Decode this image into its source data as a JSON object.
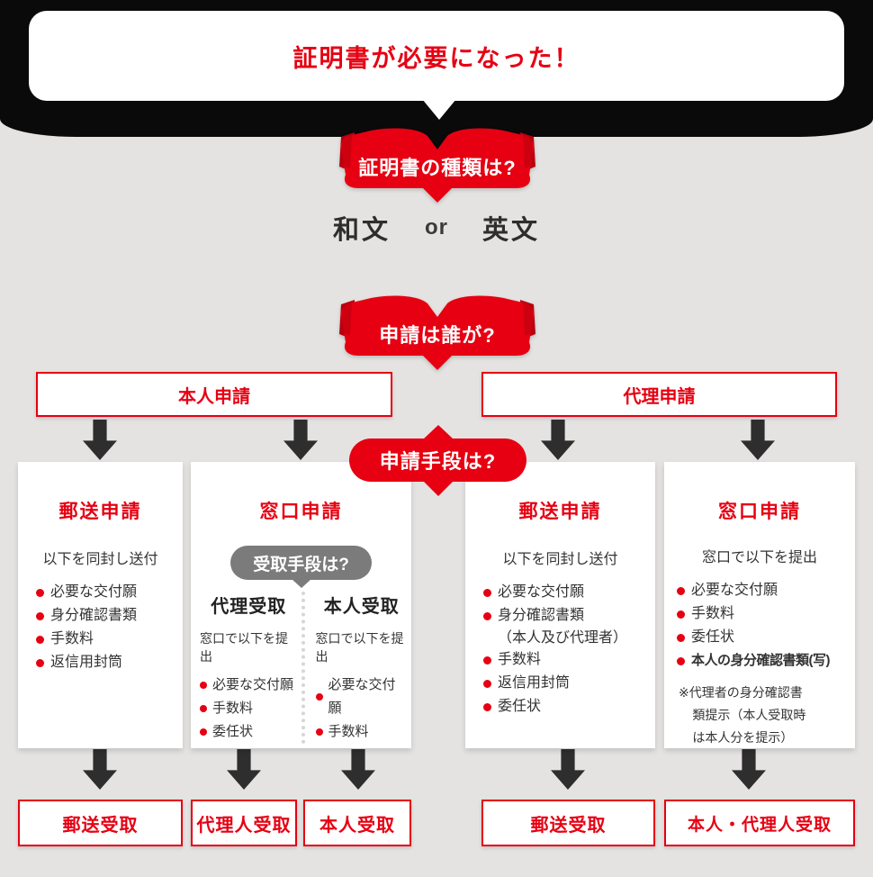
{
  "palette": {
    "red": "#e60012",
    "dark_red": "#b8000f",
    "black": "#0a0a0a",
    "background": "#e4e3e2",
    "gray_bubble": "#7b7b7b",
    "text": "#333333"
  },
  "intro": {
    "title": "証明書が必要になった！"
  },
  "questions": {
    "type": "証明書の種類は?",
    "who": "申請は誰が?",
    "method": "申請手段は?",
    "receive": "受取手段は?"
  },
  "type_options": {
    "left": "和文",
    "or": "or",
    "right": "英文"
  },
  "applicants": {
    "self": "本人申請",
    "proxy": "代理申請"
  },
  "cards": {
    "mail_self": {
      "title": "郵送申請",
      "subtitle": "以下を同封し送付",
      "items": [
        {
          "text": "必要な交付願"
        },
        {
          "text": "身分確認書類"
        },
        {
          "text": "手数料"
        },
        {
          "text": "返信用封筒"
        }
      ]
    },
    "window_self": {
      "title": "窓口申請",
      "columns": {
        "proxy": {
          "title": "代理受取",
          "subtitle": "窓口で以下を提出",
          "items": [
            {
              "text": "必要な交付願"
            },
            {
              "text": "手数料"
            },
            {
              "text": "委任状"
            }
          ]
        },
        "self": {
          "title": "本人受取",
          "subtitle": "窓口で以下を提出",
          "items": [
            {
              "text": "必要な交付願"
            },
            {
              "text": "手数料"
            }
          ]
        }
      }
    },
    "mail_proxy": {
      "title": "郵送申請",
      "subtitle": "以下を同封し送付",
      "items": [
        {
          "text": "必要な交付願"
        },
        {
          "text": "身分確認書類",
          "sub": "（本人及び代理者）"
        },
        {
          "text": "手数料"
        },
        {
          "text": "返信用封筒"
        },
        {
          "text": "委任状"
        }
      ]
    },
    "window_proxy": {
      "title": "窓口申請",
      "subtitle": "窓口で以下を提出",
      "items": [
        {
          "text": "必要な交付願"
        },
        {
          "text": "手数料"
        },
        {
          "text": "委任状"
        },
        {
          "text": "本人の身分確認書類(写)"
        }
      ],
      "note": "※代理者の身分確認書\n類提示（本人受取時\nは本人分を提示）"
    }
  },
  "results": {
    "mail_self": "郵送受取",
    "proxy_receive": "代理人受取",
    "self_receive": "本人受取",
    "mail_proxy": "郵送受取",
    "self_or_proxy": "本人・代理人受取"
  }
}
